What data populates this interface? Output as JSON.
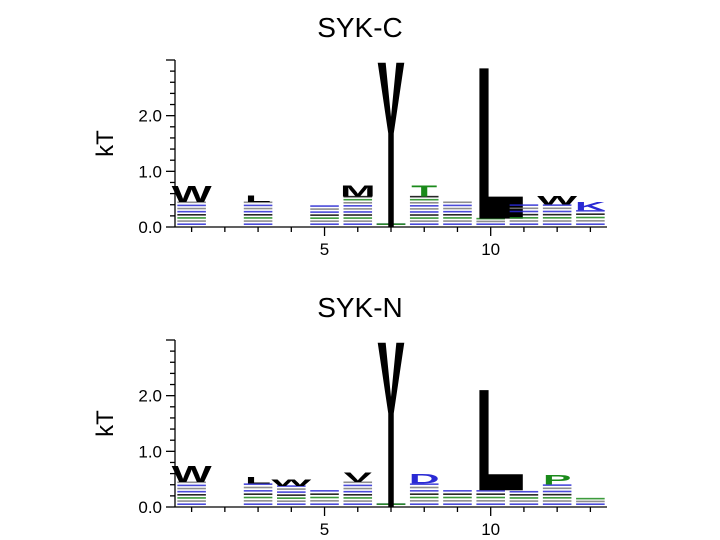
{
  "colors": {
    "hydrophobic": "#000000",
    "polar": "#1a8a1a",
    "basic": "#2a2ad4",
    "acidic": "#2a2ad4",
    "neutral": "#7a7a7a"
  },
  "chart_data": [
    {
      "type": "sequence-logo",
      "title": "SYK-C",
      "ylabel": "kT",
      "ylim": [
        0,
        3
      ],
      "yticks": [
        "0.0",
        "1.0",
        "2.0"
      ],
      "xticks": [
        "5",
        "10"
      ],
      "xlim": [
        0.5,
        13.5
      ],
      "positions": [
        {
          "pos": 1,
          "top": "W",
          "top_h": 0.3,
          "base": 0.45
        },
        {
          "pos": 3,
          "top": "L",
          "top_h": 0.12,
          "base": 0.45
        },
        {
          "pos": 5,
          "top": "",
          "top_h": 0.0,
          "base": 0.38
        },
        {
          "pos": 6,
          "top": "M",
          "top_h": 0.2,
          "base": 0.55
        },
        {
          "pos": 7,
          "top": "Y",
          "top_h": 2.95,
          "base": 0.0
        },
        {
          "pos": 8,
          "top": "T",
          "top_h": 0.2,
          "base": 0.55
        },
        {
          "pos": 9,
          "top": "",
          "top_h": 0.0,
          "base": 0.45
        },
        {
          "pos": 10,
          "top": "L",
          "top_h": 2.7,
          "base": 0.15
        },
        {
          "pos": 11,
          "top": "",
          "top_h": 0.0,
          "base": 0.4
        },
        {
          "pos": 12,
          "top": "W",
          "top_h": 0.15,
          "base": 0.4
        },
        {
          "pos": 13,
          "top": "K",
          "top_h": 0.15,
          "base": 0.3
        }
      ]
    },
    {
      "type": "sequence-logo",
      "title": "SYK-N",
      "ylabel": "kT",
      "ylim": [
        0,
        3
      ],
      "yticks": [
        "0.0",
        "1.0",
        "2.0"
      ],
      "xticks": [
        "5",
        "10"
      ],
      "xlim": [
        0.5,
        13.5
      ],
      "positions": [
        {
          "pos": 1,
          "top": "W",
          "top_h": 0.3,
          "base": 0.45
        },
        {
          "pos": 3,
          "top": "L",
          "top_h": 0.12,
          "base": 0.42
        },
        {
          "pos": 4,
          "top": "W",
          "top_h": 0.12,
          "base": 0.38
        },
        {
          "pos": 5,
          "top": "",
          "top_h": 0.0,
          "base": 0.3
        },
        {
          "pos": 6,
          "top": "V",
          "top_h": 0.18,
          "base": 0.45
        },
        {
          "pos": 7,
          "top": "Y",
          "top_h": 2.95,
          "base": 0.0
        },
        {
          "pos": 8,
          "top": "D",
          "top_h": 0.18,
          "base": 0.42
        },
        {
          "pos": 9,
          "top": "",
          "top_h": 0.0,
          "base": 0.3
        },
        {
          "pos": 10,
          "top": "L",
          "top_h": 1.8,
          "base": 0.3
        },
        {
          "pos": 11,
          "top": "",
          "top_h": 0.0,
          "base": 0.28
        },
        {
          "pos": 12,
          "top": "P",
          "top_h": 0.18,
          "base": 0.4
        },
        {
          "pos": 13,
          "top": "",
          "top_h": 0.0,
          "base": 0.15
        }
      ]
    }
  ]
}
